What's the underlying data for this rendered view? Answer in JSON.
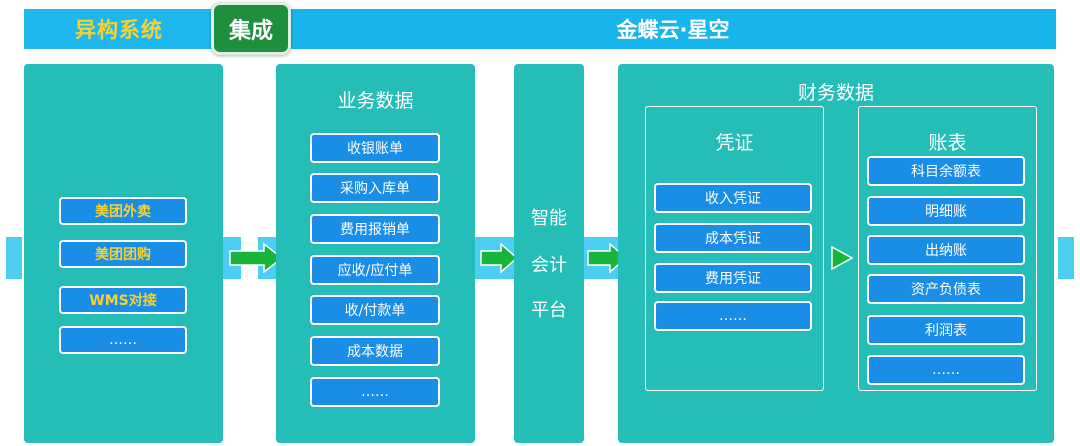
{
  "header": {
    "left_title": "异构系统",
    "integrate_label": "集成",
    "main_title": "金蝶云·星空"
  },
  "source_systems": {
    "items": [
      "美团外卖",
      "美团团购",
      "WMS对接",
      "……"
    ]
  },
  "business_data": {
    "title": "业务数据",
    "items": [
      "收银账单",
      "采购入库单",
      "费用报销单",
      "应收/应付单",
      "收/付款单",
      "成本数据",
      "……"
    ]
  },
  "platform": {
    "lines": [
      "智能",
      "会计",
      "平台"
    ]
  },
  "financial_data": {
    "title": "财务数据",
    "vouchers": {
      "title": "凭证",
      "items": [
        "收入凭证",
        "成本凭证",
        "费用凭证",
        "……"
      ]
    },
    "reports": {
      "title": "账表",
      "items": [
        "科目余额表",
        "明细账",
        "出纳账",
        "资产负债表",
        "利润表",
        "……"
      ]
    }
  },
  "colors": {
    "panel": "#25bdb7",
    "header": "#18b4ec",
    "pill": "#1a8de6",
    "highlight": "#f5d233",
    "arrow": "#19b43a"
  }
}
